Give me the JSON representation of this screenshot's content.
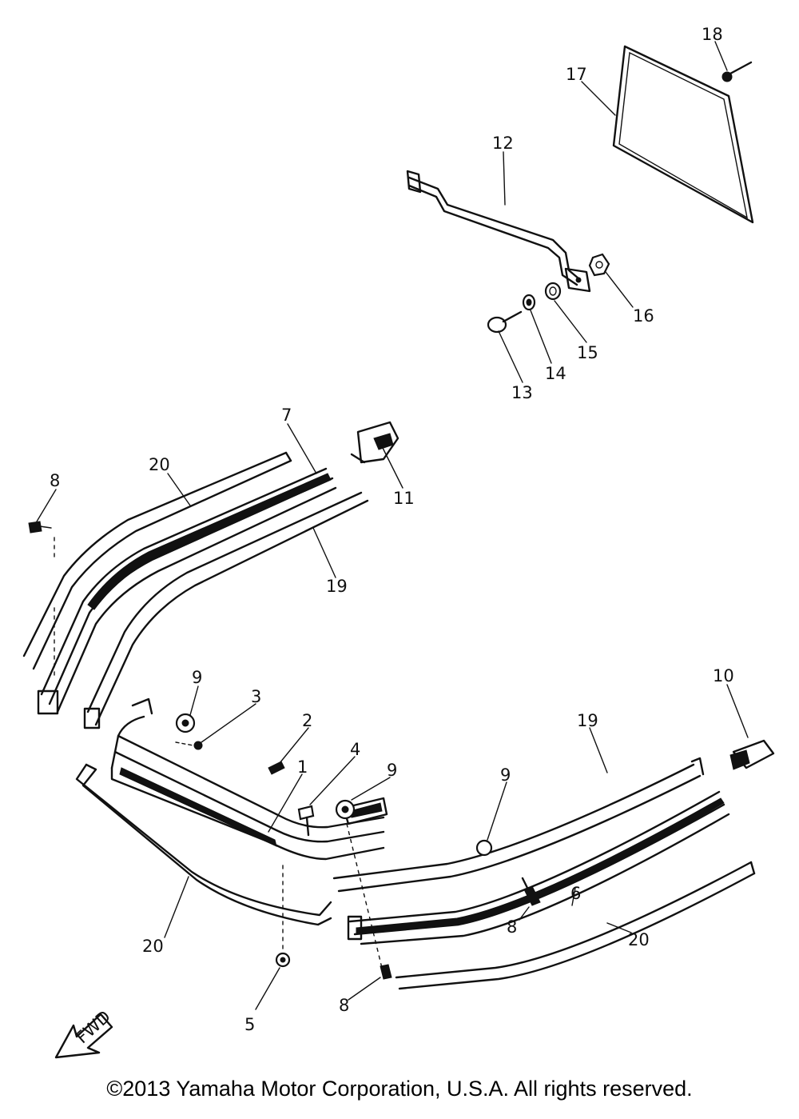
{
  "callouts": {
    "n1": "1",
    "n2": "2",
    "n3": "3",
    "n4": "4",
    "n5": "5",
    "n6": "6",
    "n7": "7",
    "n8a": "8",
    "n8b": "8",
    "n8c": "8",
    "n9a": "9",
    "n9b": "9",
    "n9c": "9",
    "n10": "10",
    "n11": "11",
    "n12": "12",
    "n13": "13",
    "n14": "14",
    "n15": "15",
    "n16": "16",
    "n17": "17",
    "n18": "18",
    "n19a": "19",
    "n19b": "19",
    "n20a": "20",
    "n20b": "20",
    "n20c": "20"
  },
  "direction_arrow_label": "FWD",
  "copyright": "©2013 Yamaha Motor Corporation, U.S.A. All rights reserved."
}
